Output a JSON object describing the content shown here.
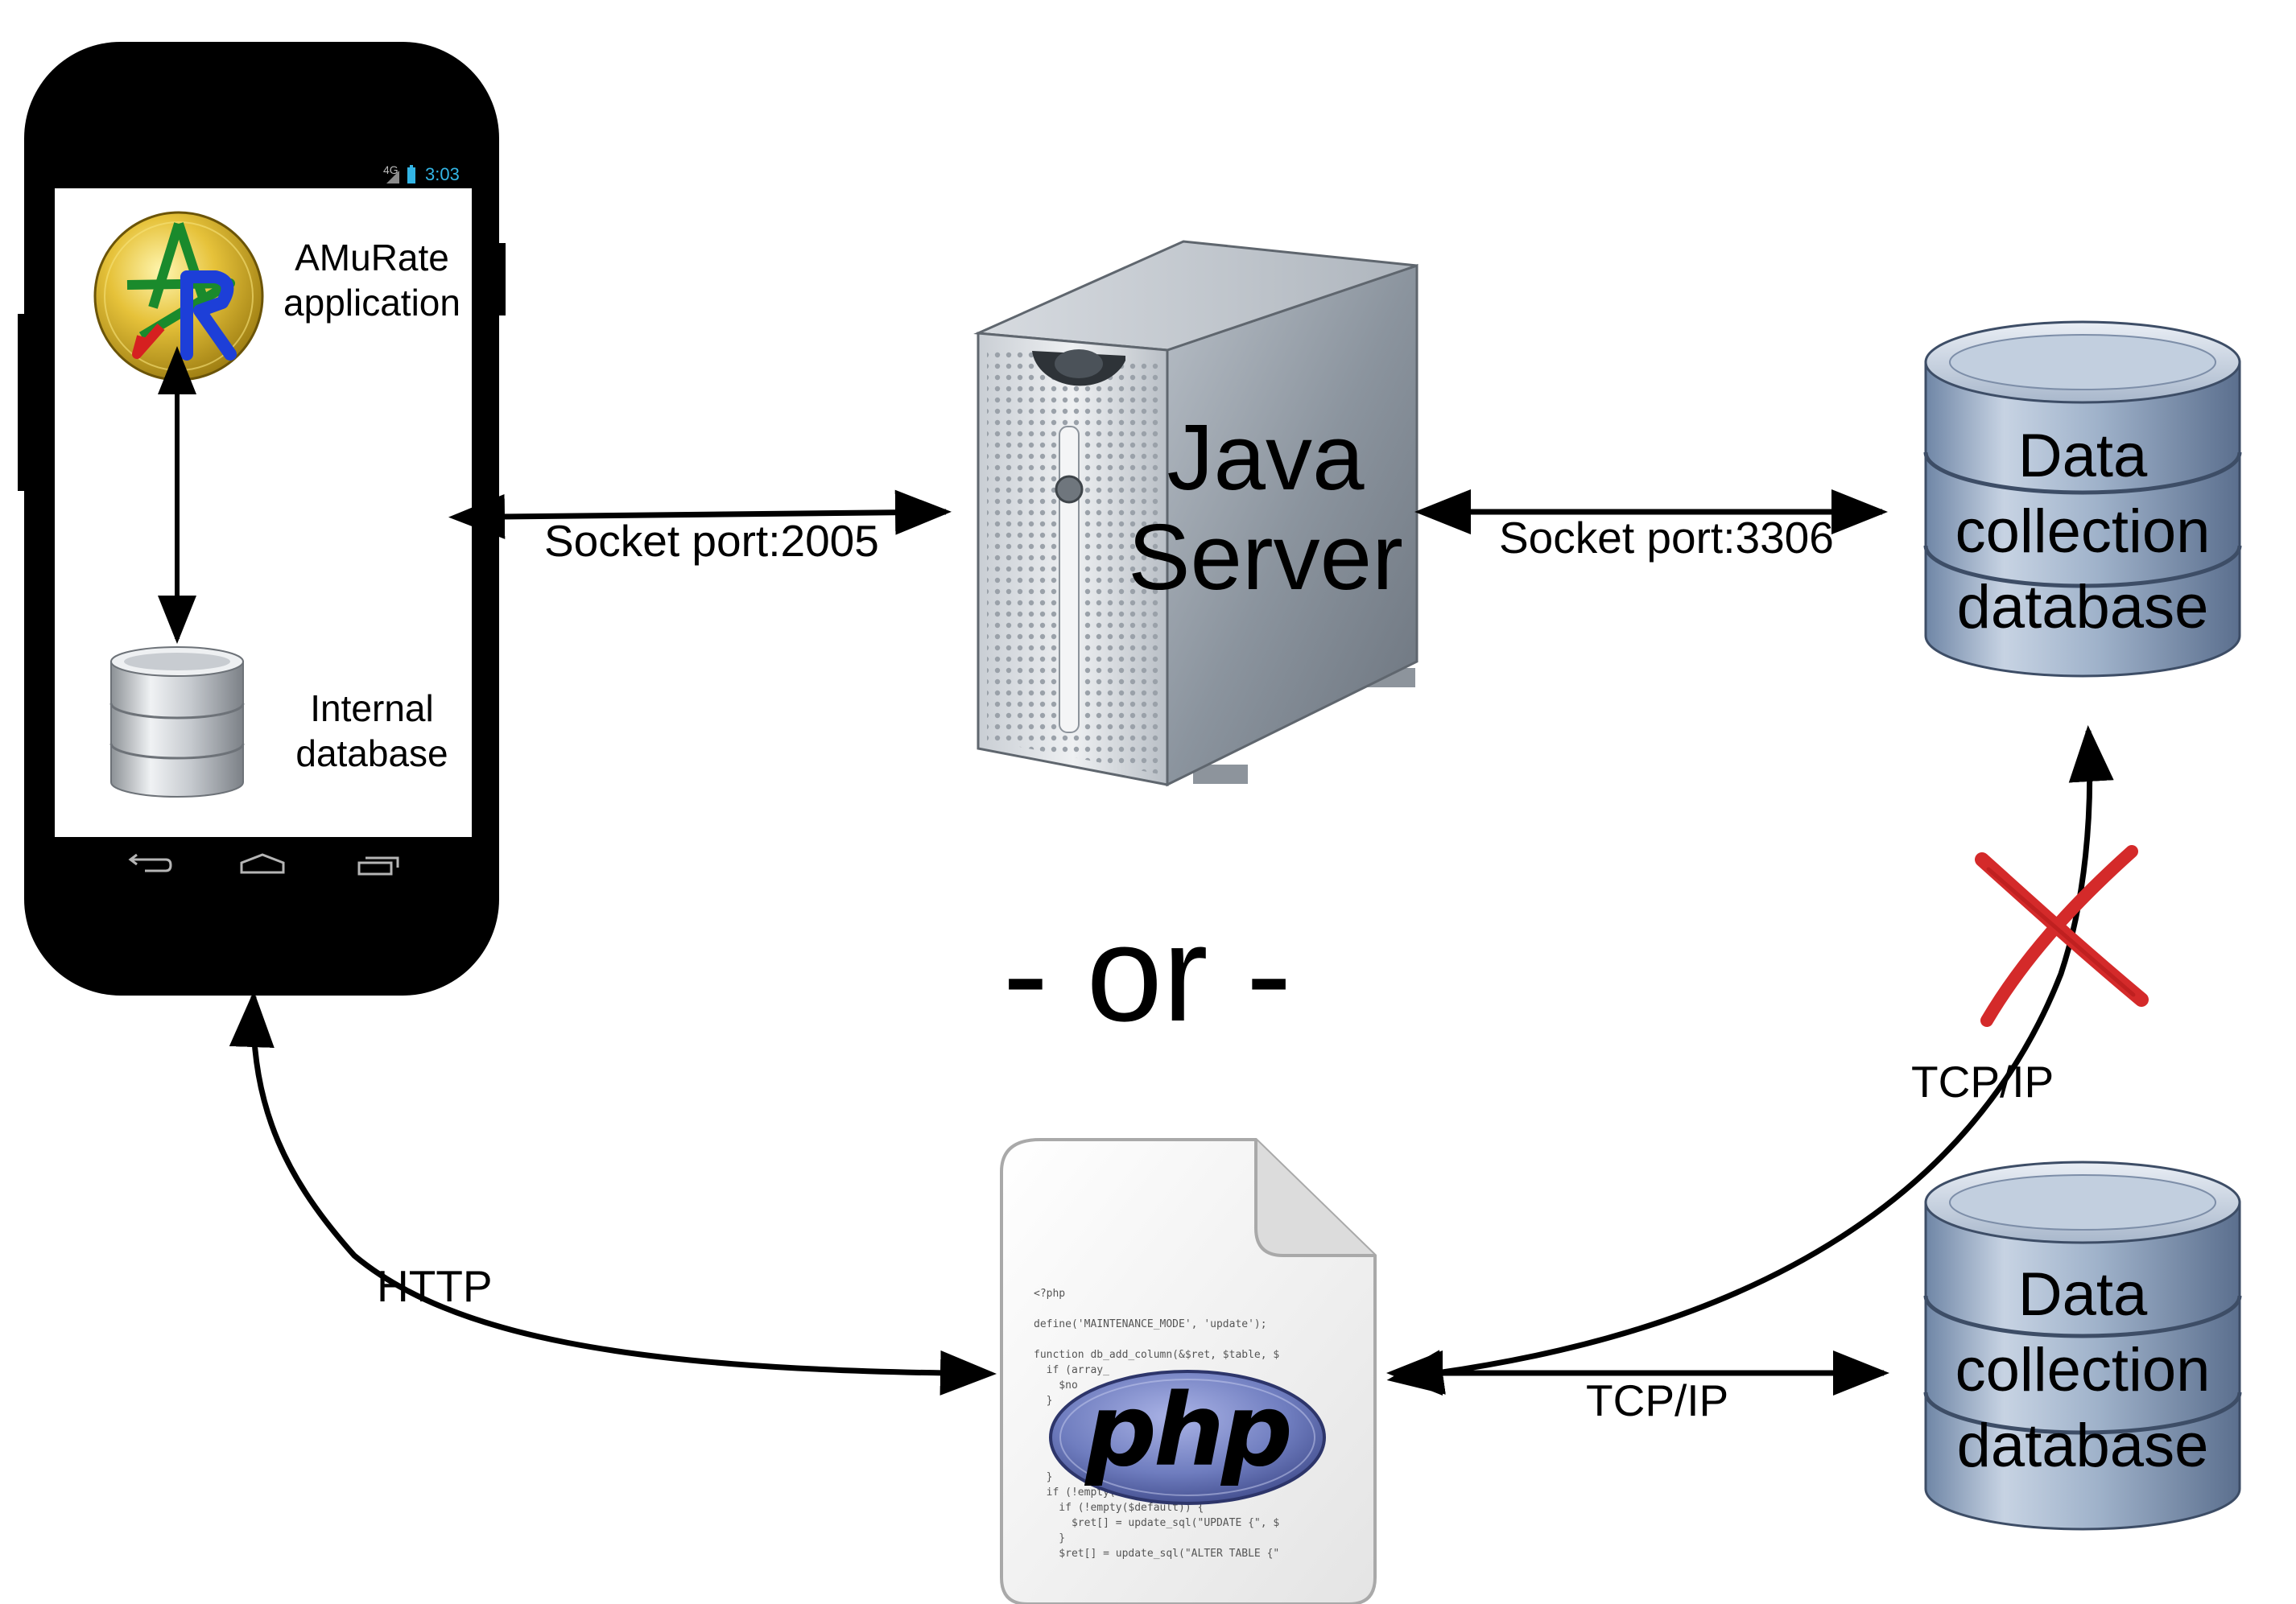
{
  "phone": {
    "status_time": "3:03",
    "status_network": "4G",
    "app_label_line1": "AMuRate",
    "app_label_line2": "application",
    "internal_db_line1": "Internal",
    "internal_db_line2": "database",
    "nav_icons": [
      "back-icon",
      "home-icon",
      "recent-apps-icon"
    ]
  },
  "java_server": {
    "line1": "Java",
    "line2": "Server"
  },
  "data_db_top": {
    "line1": "Data",
    "line2": "collection",
    "line3": "database"
  },
  "data_db_bottom": {
    "line1": "Data",
    "line2": "collection",
    "line3": "database"
  },
  "connections": {
    "phone_to_java": "Socket port:2005",
    "java_to_db": "Socket port:3306",
    "phone_to_php": "HTTP",
    "php_to_db_top": "TCP/IP",
    "php_to_db_bottom": "TCP/IP"
  },
  "separator": "- or -",
  "php_file": {
    "logo_text": "php",
    "code_lines": [
      "<?php",
      "",
      "define('MAINTENANCE_MODE', 'update');",
      "",
      "function db_add_column(&$ret, $table, $",
      "  if (array_",
      "    $no",
      "  }",
      "",
      "",
      "",
      "",
      "  }",
      "  if (!empty(",
      "    if (!empty($default)) {",
      "      $ret[] = update_sql(\"UPDATE {\", $",
      "    }",
      "    $ret[] = update_sql(\"ALTER TABLE {\""
    ]
  },
  "colors": {
    "phone_body": "#000000",
    "status_accent": "#33b5e5",
    "cross_mark": "#d42a2a",
    "php_logo_fill": "#6f7dbf"
  }
}
